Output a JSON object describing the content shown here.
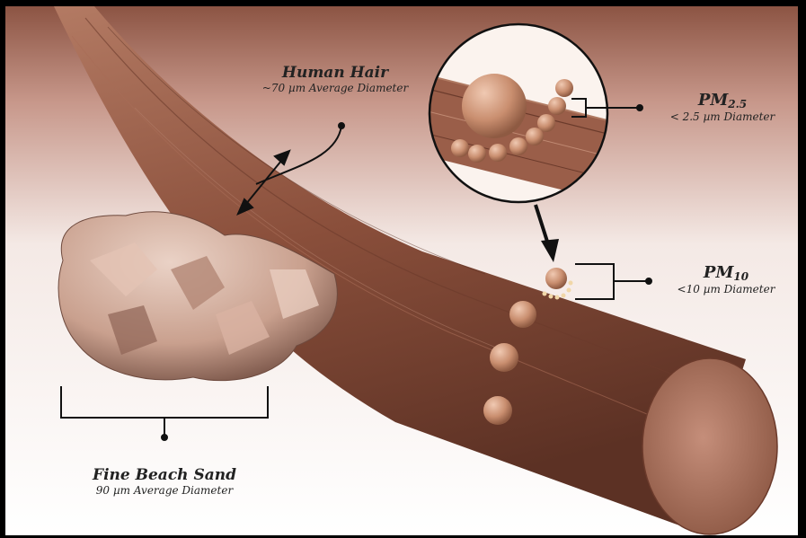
{
  "colors": {
    "hair": "#8a4f3b",
    "hair_dark": "#5c3124",
    "hair_light": "#b07a62",
    "sand": "#c9a08e",
    "background_tint": "#a86a56",
    "particle": "#c98e6f",
    "text": "#222222"
  },
  "labels": {
    "human_hair": {
      "title": "Human Hair",
      "subtitle": "~70 µm Average Diameter"
    },
    "pm25": {
      "title": "PM",
      "index": "2.5",
      "subtitle": "< 2.5 µm Diameter"
    },
    "pm10": {
      "title": "PM",
      "index": "10",
      "subtitle": "<10 µm Diameter"
    },
    "sand": {
      "title": "Fine Beach Sand",
      "subtitle": "90 µm Average Diameter"
    }
  }
}
